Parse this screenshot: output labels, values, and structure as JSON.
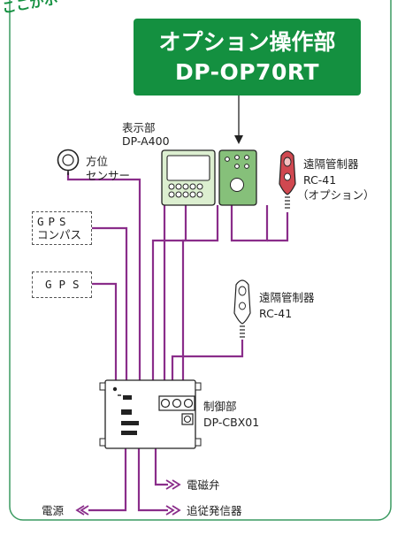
{
  "header": {
    "corner_text": "ここがポ",
    "title_line1": "オプション操作部",
    "title_line2": "DP-OP70RT"
  },
  "colors": {
    "frame": "#3a9a60",
    "title_bg": "#149040",
    "cable": "#8a2d8a",
    "device_fill": "#dcefd0",
    "option_panel": "#86c07a",
    "remote": "#d04850"
  },
  "devices": {
    "display": {
      "label1": "表示部",
      "label2": "DP-A400"
    },
    "compass": {
      "label1": "方位",
      "label2": "センサー"
    },
    "gps_compass": {
      "line1": "GPS",
      "line2": "コンパス"
    },
    "gps": {
      "label": "GPS"
    },
    "remote_option": {
      "label1": "遠隔管制器",
      "label2": "RC-41",
      "label3": "（オプション）"
    },
    "remote": {
      "label1": "遠隔管制器",
      "label2": "RC-41"
    },
    "control": {
      "label1": "制御部",
      "label2": "DP-CBX01"
    },
    "power": {
      "label": "電源"
    },
    "solenoid": {
      "label": "電磁弁"
    },
    "follow": {
      "label": "追従発信器"
    }
  }
}
